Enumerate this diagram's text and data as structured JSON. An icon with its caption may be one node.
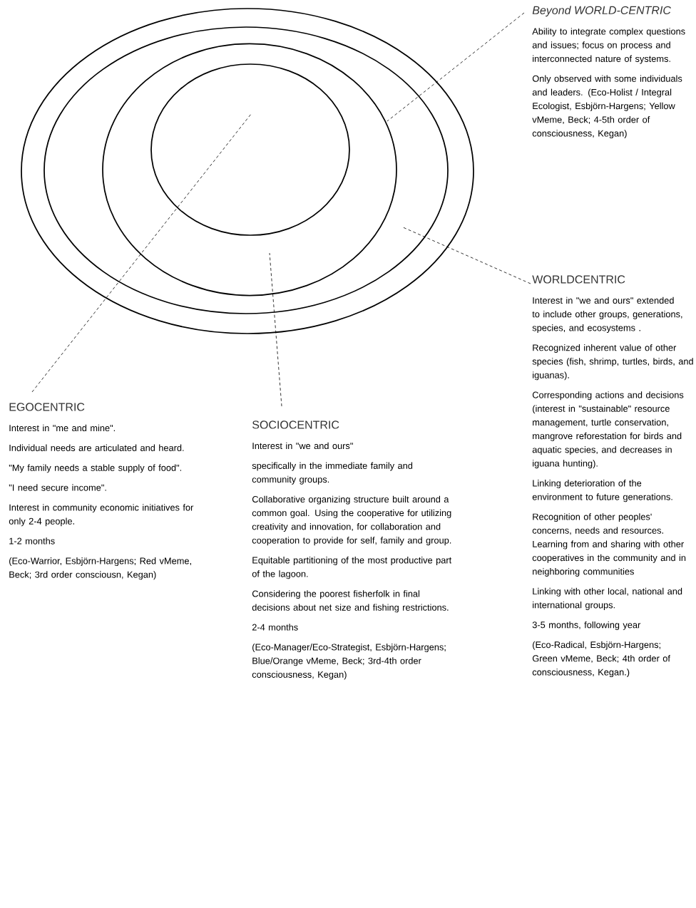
{
  "diagram": {
    "nodes": [
      {
        "text": [],
        "shape": "ellipse"
      },
      {
        "text": [],
        "shape": "ellipse",
        "in": 0
      },
      {
        "text": [],
        "shape": "ellipse",
        "in": 1
      },
      {
        "text": [],
        "shape": "ellipse",
        "in": 2
      },
      {
        "text": [
          "Beyond WORLD-CENTRIC",
          "Ability to integrate complex questions and issues; focus on process and interconnected nature of systems.",
          "Only observed with some individuals and leaders. (Eco-Holist / Integral Ecologist, Esbjörn-Hargens; Yellow vMeme, Beck; 4-5th order of consciousness, Kegan)"
        ]
      },
      {
        "text": [
          "WORLDCENTRIC",
          "Interest in \"we and ours\" extended to include other groups, generations, species, and ecosystems .",
          "Recognized inherent value of other species (fish, shrimp, turtles, birds, and iguanas).",
          "Corresponding actions and decisions (interest in \"sustainable\" resource management, turtle conservation, mangrove reforestation for birds and aquatic species, and decreases in iguana hunting).",
          "Linking deterioration of the environment to future generations.",
          "Recognition of other peoples' concerns, needs and resources. Learning from and sharing with other cooperatives in the community and in neighboring communities",
          "Linking with other local, national and international groups.",
          "3-5 months, following year",
          "(Eco-Radical, Esbjörn-Hargens; Green vMeme, Beck; 4th order of consciousness, Kegan.)"
        ]
      },
      {
        "text": [
          "EGOCENTRIC",
          "Interest in \"me and mine\".",
          "Individual needs are articulated and heard.",
          "\"My family needs a stable supply of food\".",
          "\"I need secure income\".",
          "Interest in community economic initiatives for only 2-4 people.",
          "1-2 months",
          "(Eco-Warrior, Esbjörn-Hargens; Red vMeme, Beck; 3rd order consciousn, Kegan)"
        ]
      },
      {
        "text": [
          "SOCIOCENTRIC",
          "Interest in \"we and ours\"",
          "specifically in the immediate family and community groups.",
          "Collaborative organizing structure built around a common goal. Using the cooperative for utilizing creativity and innovation, for collaboration and cooperation to provide for self, family and group.",
          "Equitable partitioning of the most productive part of the lagoon.",
          "Considering the poorest fisherfolk in final decisions about net size and fishing restrictions.",
          "2-4 months",
          "(Eco-Manager/Eco-Strategist, Esbjörn-Hargens; Blue/Orange vMeme, Beck; 3rd-4th order consciousness, Kegan)"
        ]
      }
    ],
    "edges": [
      {
        "from": 4,
        "to": 0,
        "arrow": "none",
        "style": "dashed"
      },
      {
        "from": 5,
        "to": 1,
        "arrow": "none",
        "style": "dashed"
      },
      {
        "from": 6,
        "to": 3,
        "arrow": "none",
        "style": "dashed"
      },
      {
        "from": 7,
        "to": 2,
        "arrow": "none",
        "style": "dashed"
      }
    ]
  }
}
